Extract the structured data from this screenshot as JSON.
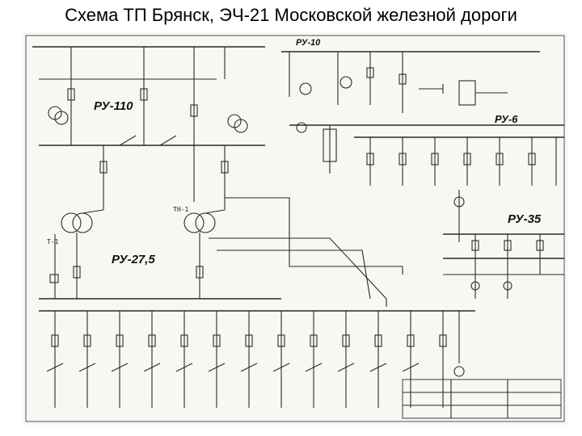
{
  "slide": {
    "title": "Схема ТП Брянск, ЭЧ-21 Московской железной дороги"
  },
  "diagram": {
    "bus_labels": {
      "ru110_left": "РУ-110",
      "ru10_top": "РУ-10",
      "ru6": "РУ-6",
      "ru35": "РУ-35",
      "ru275": "РУ-27,5"
    },
    "transformers": {
      "t1": "Т-1",
      "t2": "ТН-1"
    },
    "colors": {
      "ink": "#2a2a2a",
      "paper": "#f7f7f4"
    }
  }
}
